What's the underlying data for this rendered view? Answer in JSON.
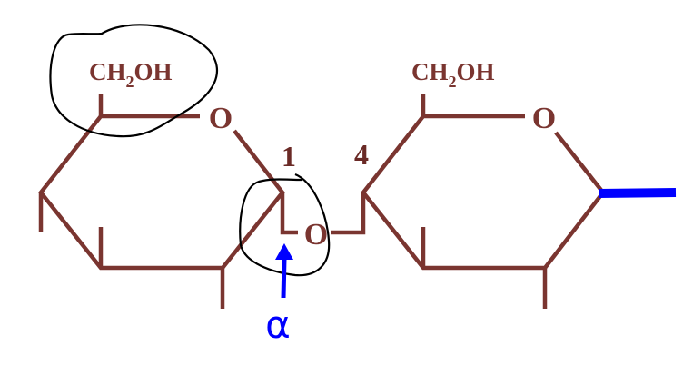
{
  "colors": {
    "bond": "#7a3530",
    "highlight": "#0000ff",
    "annotation": "#000000"
  },
  "left_ring": {
    "substituent_main": "CH",
    "substituent_sub": "2",
    "substituent_end": "OH",
    "ring_oxygen": "O",
    "carbon_label": "1"
  },
  "linkage": {
    "oxygen": "O"
  },
  "right_ring": {
    "substituent_main": "CH",
    "substituent_sub": "2",
    "substituent_end": "OH",
    "ring_oxygen": "O",
    "carbon_label": "4"
  },
  "annotation": {
    "anomer_label": "α"
  }
}
